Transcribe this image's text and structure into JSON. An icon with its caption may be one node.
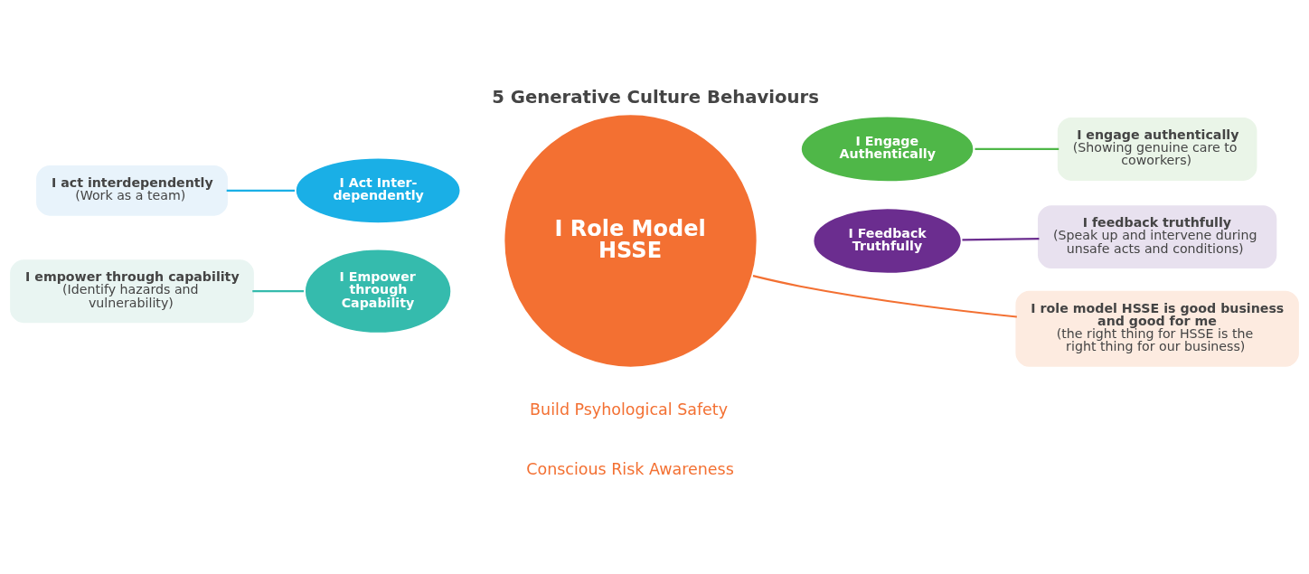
{
  "diagram": {
    "title": "5 Generative Culture Behaviours",
    "nodes": [
      {
        "text": [
          "I Role Model HSSE"
        ]
      },
      {
        "text": [
          "I Act Inter-dependently"
        ]
      },
      {
        "text": [
          "I Engage Authentically"
        ]
      },
      {
        "text": [
          "I Empower through Capability"
        ]
      },
      {
        "text": [
          "I Feedback Truthfully"
        ]
      },
      {
        "text": [
          "I act interdependently",
          "(Work as a team)"
        ]
      },
      {
        "text": [
          "I engage authentically",
          "(Showing genuine care to coworkers)"
        ]
      },
      {
        "text": [
          "I role model HSSE is good business and good for me",
          "(the right thing for HSSE is the right thing for our business)"
        ]
      },
      {
        "text": [
          "I empower through capability",
          "(Identify hazards and vulnerability)"
        ]
      },
      {
        "text": [
          "I feedback truthfully",
          "(Speak up and intervene during unsafe acts and conditions)"
        ]
      }
    ],
    "edges": [
      {
        "from": 5,
        "to": 1,
        "arrow": "none",
        "color": "#1aafe6"
      },
      {
        "from": 2,
        "to": 6,
        "arrow": "none",
        "color": "#4fb748"
      },
      {
        "from": 0,
        "to": 7,
        "arrow": "none",
        "color": "#f37032"
      },
      {
        "from": 8,
        "to": 3,
        "arrow": "none",
        "color": "#35bbad"
      },
      {
        "from": 4,
        "to": 9,
        "arrow": "none",
        "color": "#6b2d8f"
      }
    ],
    "labels": [
      "Conscious Risk Awareness",
      "Build Psyhological Safety"
    ]
  }
}
